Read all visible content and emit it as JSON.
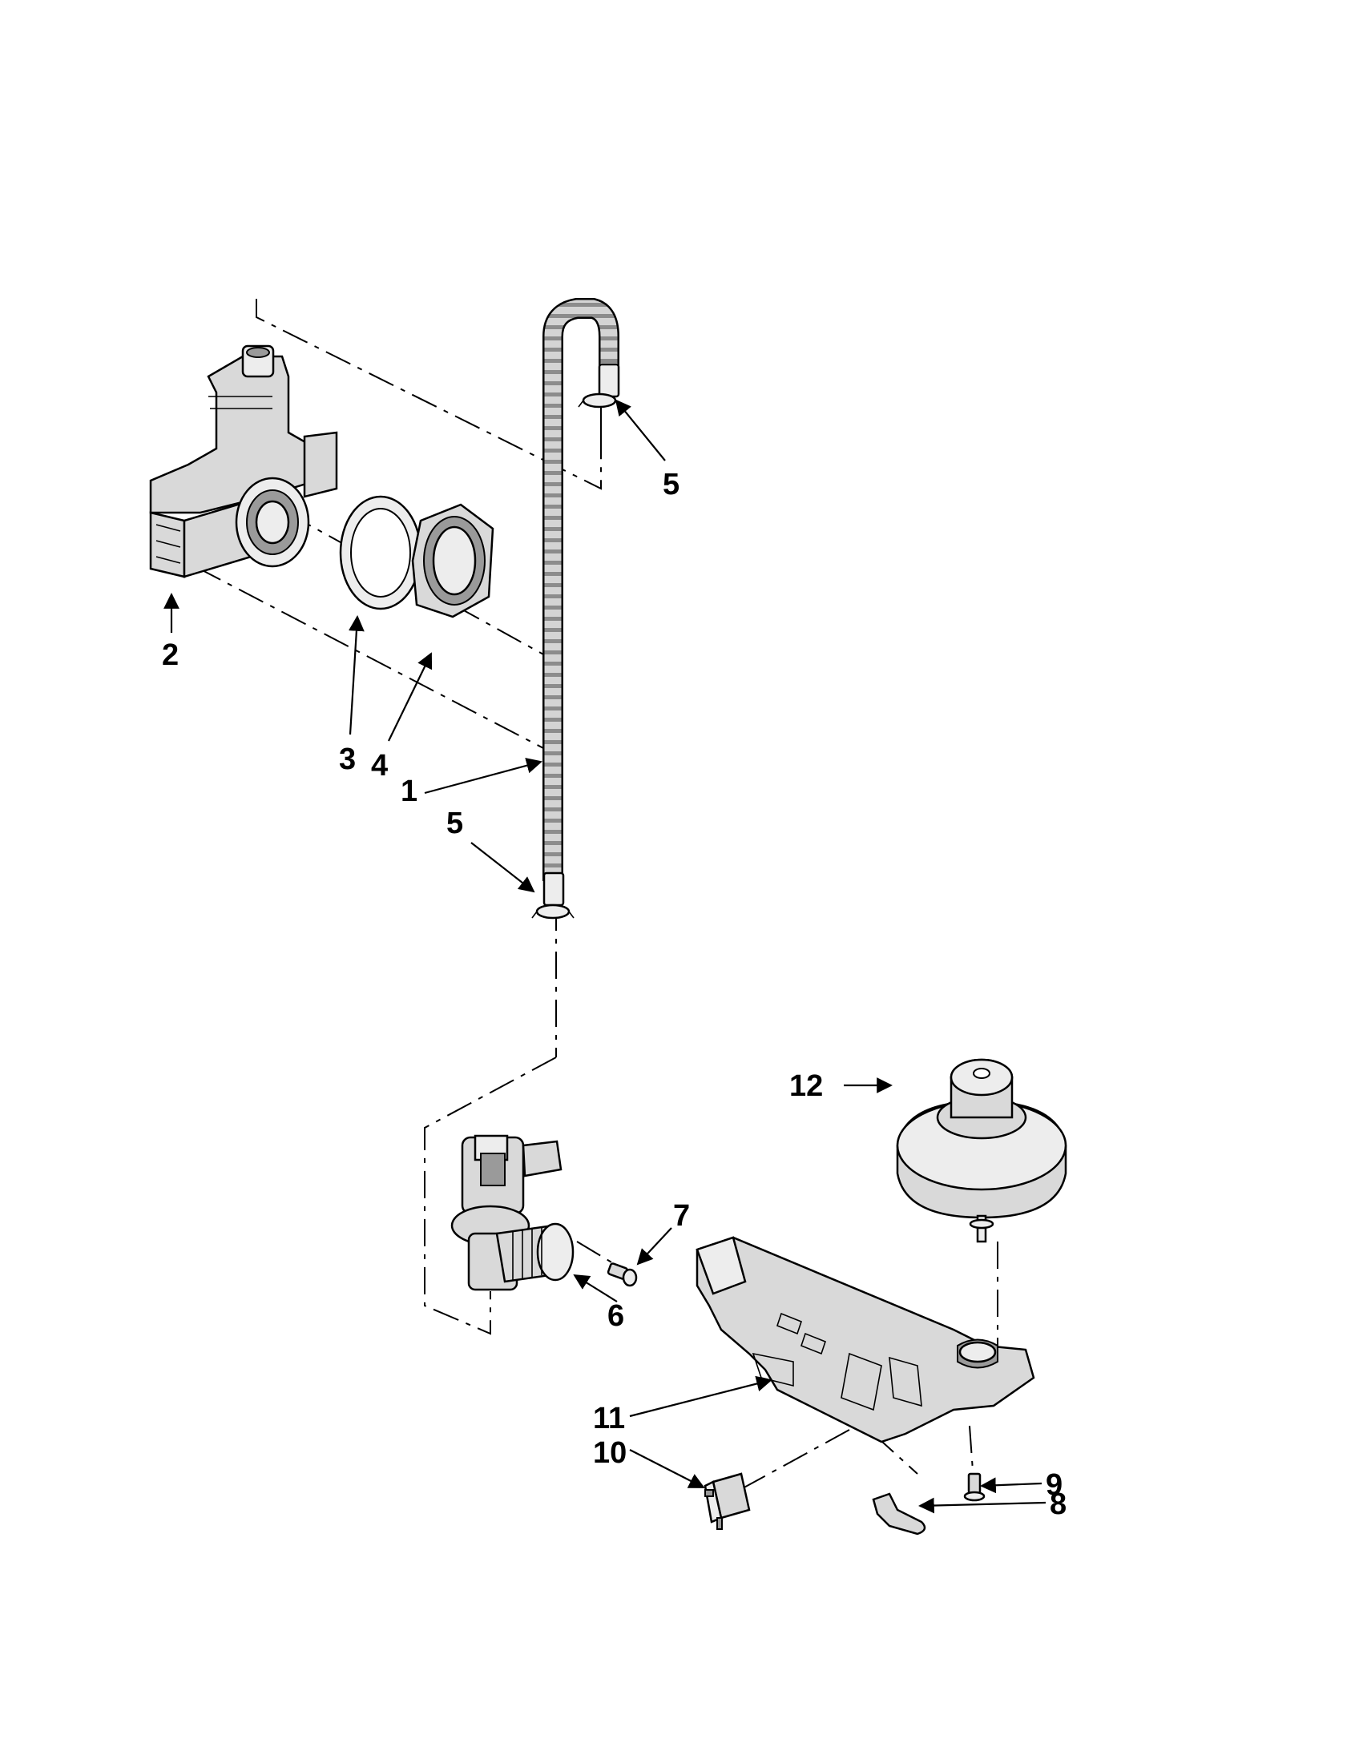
{
  "callouts": {
    "c1": "1",
    "c2": "2",
    "c3": "3",
    "c4": "4",
    "c5_top": "5",
    "c5_bottom": "5",
    "c6": "6",
    "c7": "7",
    "c8": "8",
    "c9": "9",
    "c10": "10",
    "c11": "11",
    "c12": "12"
  },
  "colors": {
    "line": "#000000",
    "part_fill": "#d9d9d9",
    "background": "#ffffff"
  }
}
